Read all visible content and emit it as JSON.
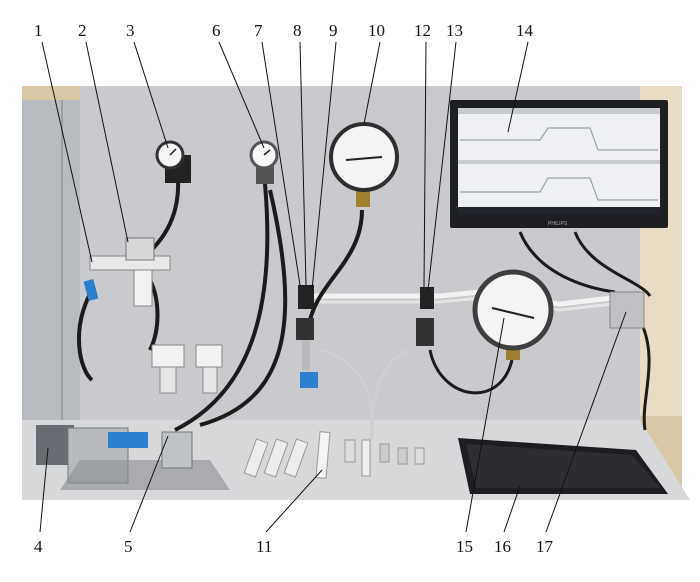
{
  "labels": {
    "top": [
      "1",
      "2",
      "3",
      "6",
      "7",
      "8",
      "9",
      "10",
      "12",
      "13",
      "14"
    ],
    "bottom": [
      "4",
      "5",
      "11",
      "15",
      "16",
      "17"
    ]
  },
  "colors": {
    "panel": "#c9cacd",
    "wall": "#d9c8a5",
    "cabinet": "#b8bcc0",
    "table": "#d7d8da",
    "monitor": "#1d1f23",
    "screen": "#eef0f3",
    "tube": "#1b1b1b",
    "white_tube": "#f2f2f2",
    "blue_handle": "#2d7fd0"
  },
  "screen": {
    "brand": "PHILIPS"
  }
}
